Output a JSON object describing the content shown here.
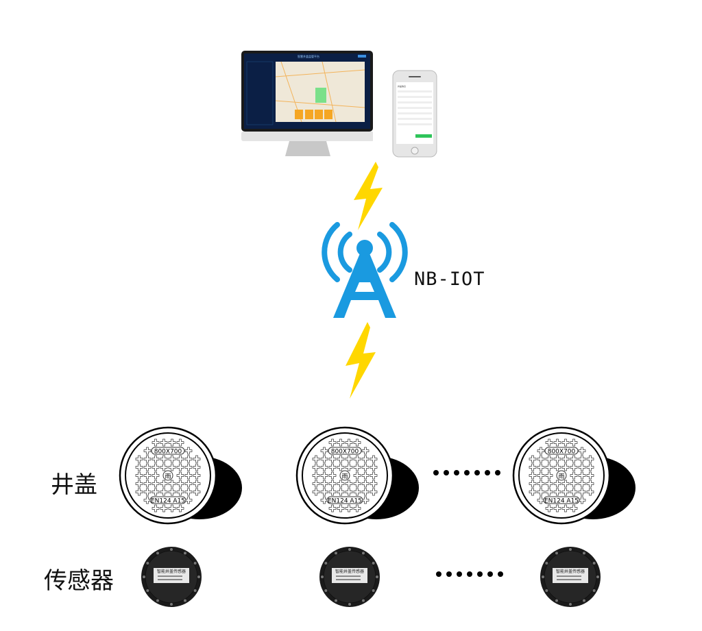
{
  "platform": {
    "monitor_title": "智慧井盖监管平台",
    "phone_title": "井盖信息"
  },
  "network": {
    "label": "NB-IOT"
  },
  "rows": {
    "cover_label": "井盖",
    "sensor_label": "传感器"
  },
  "cover": {
    "size_text": "800X700",
    "standard_text": "EN124 A15",
    "center_char": "雨"
  },
  "sensor": {
    "brand_text": "智能井盖传感器"
  },
  "colors": {
    "tower": "#1a9ae0",
    "bolt": "#ffd700",
    "screen": "#0b1f45",
    "map": "#efe8d8",
    "tile": "#f5a623",
    "green": "#2fc45a"
  }
}
